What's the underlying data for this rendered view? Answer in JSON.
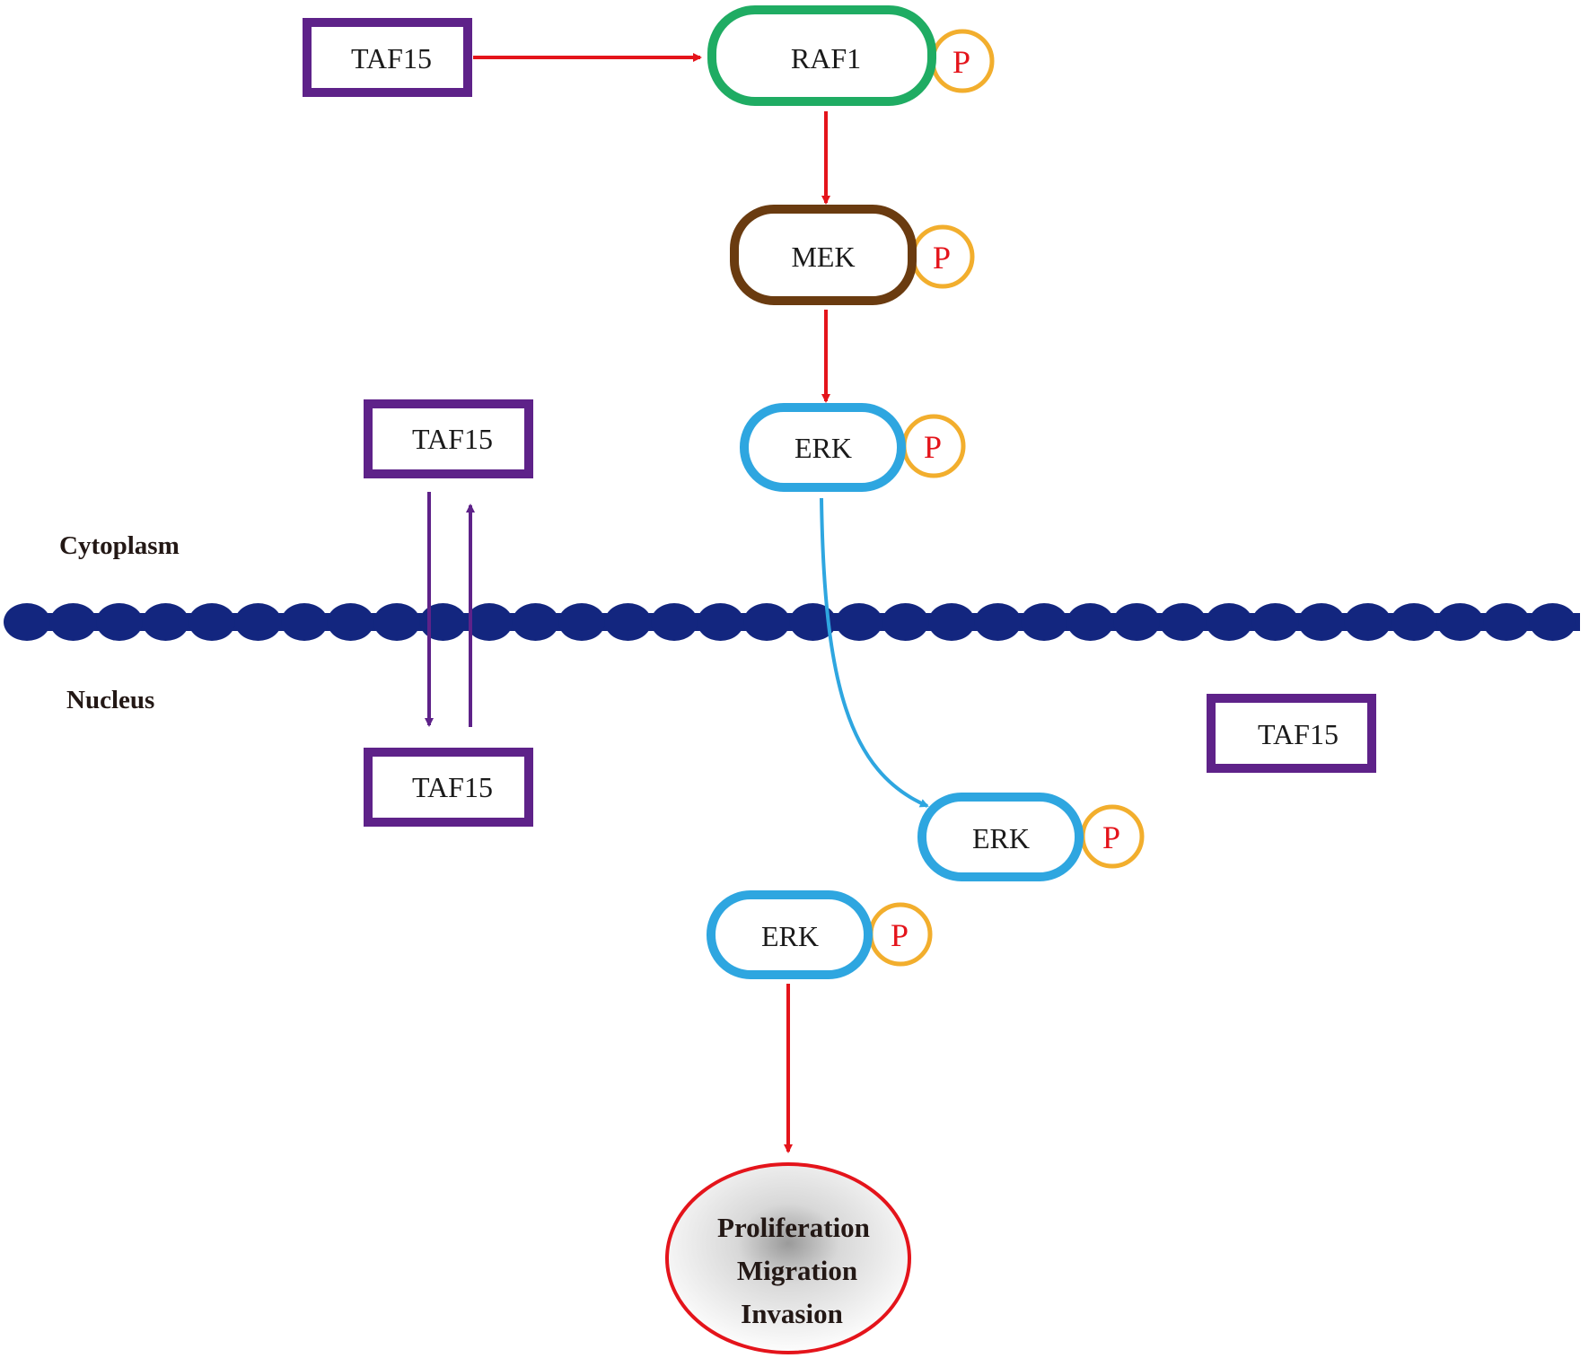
{
  "colors": {
    "taf15": "#5e2289",
    "raf1": "#1fac63",
    "mek": "#6a3b10",
    "erk": "#2ea6e0",
    "phospho_ring": "#f2ae2d",
    "phospho_text": "#e4141b",
    "activation_arrow": "#e4141b",
    "membrane": "#13267f",
    "outcome_border": "#e4141b"
  },
  "regions": {
    "cytoplasm": "Cytoplasm",
    "nucleus": "Nucleus"
  },
  "nodes": {
    "taf15_top": "TAF15",
    "raf1": "RAF1",
    "mek": "MEK",
    "erk_cyto": "ERK",
    "taf15_cyto": "TAF15",
    "taf15_nuc": "TAF15",
    "taf15_right": "TAF15",
    "erk_nuc_right": "ERK",
    "erk_nuc_left": "ERK"
  },
  "phospho_label": "P",
  "outcomes": [
    "Proliferation",
    "Migration",
    "Invasion"
  ]
}
